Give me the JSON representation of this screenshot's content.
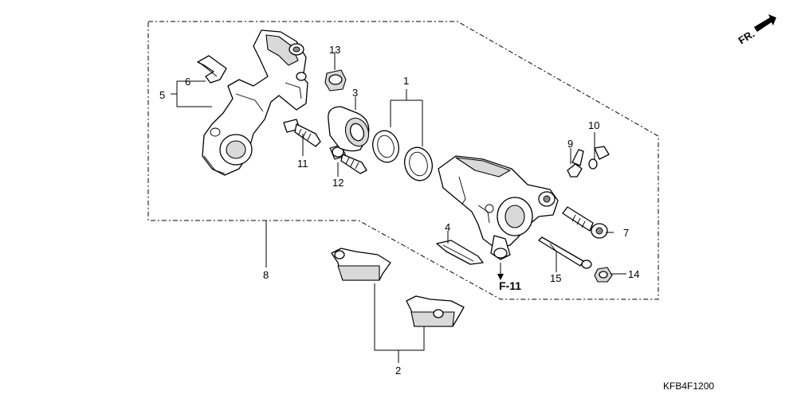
{
  "callouts": [
    {
      "id": "1",
      "label": "1"
    },
    {
      "id": "2",
      "label": "2"
    },
    {
      "id": "3",
      "label": "3"
    },
    {
      "id": "4",
      "label": "4"
    },
    {
      "id": "5",
      "label": "5"
    },
    {
      "id": "6",
      "label": "6"
    },
    {
      "id": "7",
      "label": "7"
    },
    {
      "id": "8",
      "label": "8"
    },
    {
      "id": "9",
      "label": "9"
    },
    {
      "id": "10",
      "label": "10"
    },
    {
      "id": "11",
      "label": "11"
    },
    {
      "id": "12",
      "label": "12"
    },
    {
      "id": "13",
      "label": "13"
    },
    {
      "id": "14",
      "label": "14"
    },
    {
      "id": "15",
      "label": "15"
    }
  ],
  "reference": "F-11",
  "direction_indicator": "FR.",
  "diagram_code": "KFB4F1200"
}
